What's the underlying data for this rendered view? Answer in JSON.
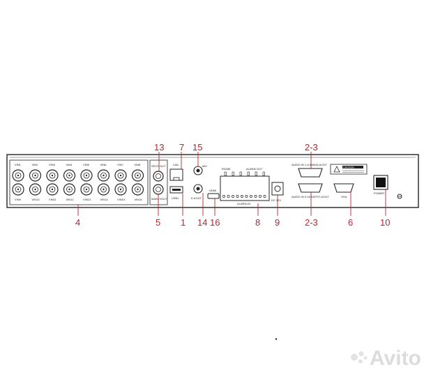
{
  "callouts": {
    "c13": "13",
    "c7": "7",
    "c15": "15",
    "c2_3_top": "2-3",
    "c4": "4",
    "c5": "5",
    "c1": "1",
    "c14": "14",
    "c16": "16",
    "c8": "8",
    "c9": "9",
    "c2_3_bottom": "2-3",
    "c6": "6",
    "c10": "10"
  },
  "panel_labels": {
    "vin_top": [
      "VIN1",
      "VIN2",
      "VIN3",
      "VIN4",
      "VIN5",
      "VIN6",
      "VIN7",
      "VIN8"
    ],
    "vin_bottom": [
      "VIN9",
      "VIN10",
      "VIN11",
      "VIN12",
      "VIN13",
      "VIN14",
      "VIN15",
      "VIN16"
    ],
    "spot_out": "SPOT-OUT",
    "main_vout": "MAIN-VOUT",
    "lan": "LAN",
    "usb": "USB1",
    "mic": "MIC",
    "e_kout": "E-KOUT",
    "hdmi": "HDMI",
    "rs485": "RS485",
    "alarm_in": "ALARM-IN",
    "alarm_out": "ALARM OUT",
    "dc": "DC 12V",
    "audio_top": "AUDIO IN 1-8 &MAIN-AOUT",
    "audio_bottom": "AUDIO IN 9-16 &SPOT-AOUT",
    "vga": "VGA",
    "caution": "CAUTION",
    "power": "POWER"
  },
  "watermark": "Avito",
  "colors": {
    "callout": "#b3262e",
    "line": "#222222"
  }
}
